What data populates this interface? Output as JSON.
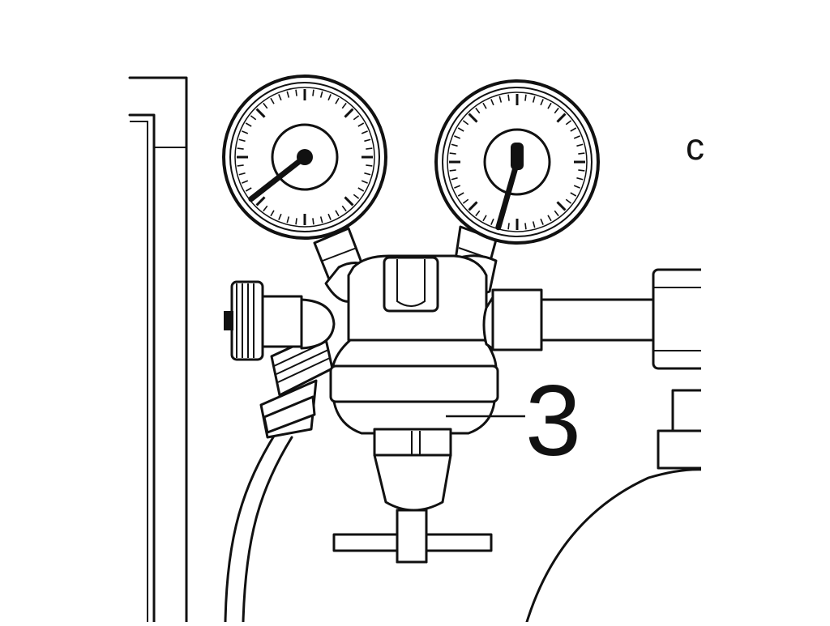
{
  "diagram": {
    "callout_label": "3",
    "edge_glyph": "c",
    "gauges": [
      {
        "name": "left-gauge",
        "needle_deg": 232
      },
      {
        "name": "right-gauge",
        "needle_deg": 196
      }
    ]
  },
  "colors": {
    "line": "#111111",
    "background": "#ffffff"
  }
}
